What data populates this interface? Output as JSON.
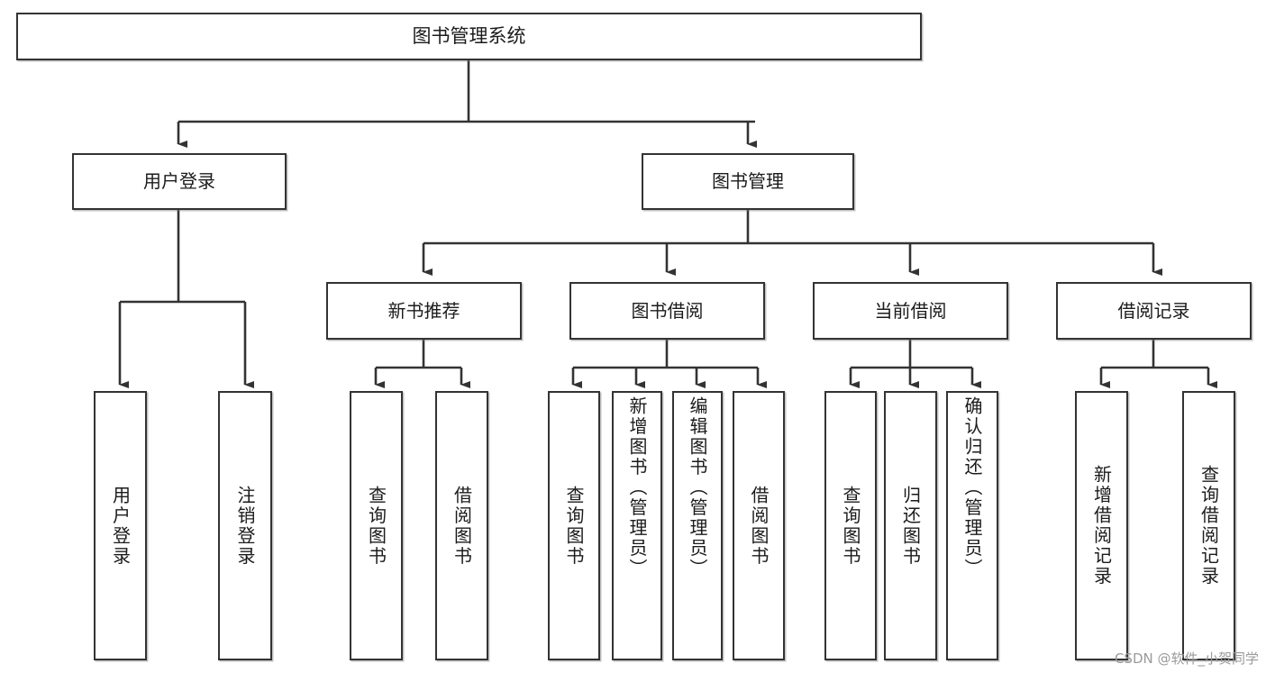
{
  "diagram": {
    "title": "图书管理系统",
    "type": "tree-hierarchy",
    "watermark": "CSDN @软件_小贺同学",
    "colors": {
      "background": "#ffffff",
      "box_border": "#333333",
      "connector": "#333333",
      "text": "#1b1b1b",
      "watermark": "#9a9a9a"
    },
    "root": {
      "label": "图书管理系统"
    },
    "level1": [
      {
        "label": "用户登录"
      },
      {
        "label": "图书管理"
      }
    ],
    "level2": [
      {
        "label": "新书推荐"
      },
      {
        "label": "图书借阅"
      },
      {
        "label": "当前借阅"
      },
      {
        "label": "借阅记录"
      }
    ],
    "leaves": {
      "user_login": [
        {
          "label": "用户登录"
        },
        {
          "label": "注销登录"
        }
      ],
      "new_book_recommend": [
        {
          "label": "查询图书"
        },
        {
          "label": "借阅图书"
        }
      ],
      "book_borrow": [
        {
          "label": "查询图书"
        },
        {
          "label": "新增图书（管理员）"
        },
        {
          "label": "编辑图书（管理员）"
        },
        {
          "label": "借阅图书"
        }
      ],
      "current_borrow": [
        {
          "label": "查询图书"
        },
        {
          "label": "归还图书"
        },
        {
          "label": "确认归还（管理员）"
        }
      ],
      "borrow_record": [
        {
          "label": "新增借阅记录"
        },
        {
          "label": "查询借阅记录"
        }
      ]
    }
  }
}
